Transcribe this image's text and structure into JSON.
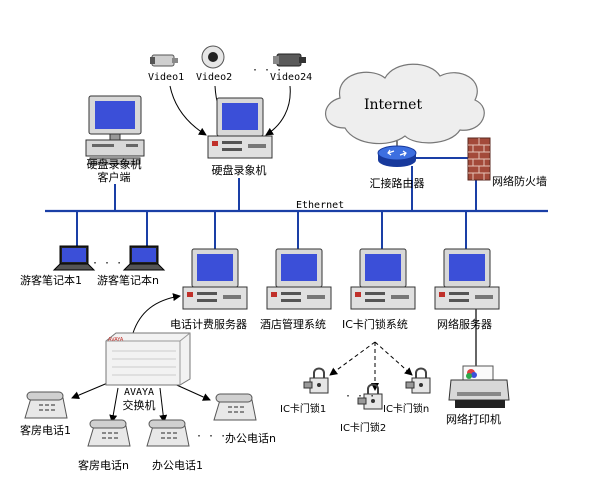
{
  "cameras": [
    "Video1",
    "Video2",
    "Video24"
  ],
  "camera_dots": "· · ·",
  "internet": "Internet",
  "router": "汇接路由器",
  "firewall": "网络防火墙",
  "ethernet": "Ethernet",
  "dvr_client": [
    "硬盘录象机",
    "客户端"
  ],
  "dvr": "硬盘录象机",
  "laptops": [
    "游客笔记本1",
    "游客笔记本n"
  ],
  "laptop_dots": "· · ·",
  "servers": [
    "电话计费服务器",
    "酒店管理系统",
    "IC卡门锁系统",
    "网络服务器"
  ],
  "pbx": [
    "AVAYA",
    "交换机"
  ],
  "pbx_brand": "AVAYA",
  "phones": [
    "客房电话1",
    "客房电话n",
    "办公电话1",
    "办公电话n"
  ],
  "phone_dots": "· · ·",
  "locks": [
    "IC卡门锁1",
    "IC卡门锁2",
    "IC卡门锁n"
  ],
  "lock_dots": "· · ·",
  "printer": "网络打印机",
  "colors": {
    "bus": "#1a3fa6",
    "screen": "#3b4fd8",
    "cloud": "#eeeeee",
    "firewall": "#a34a3a",
    "router": "#1f4fb8"
  }
}
